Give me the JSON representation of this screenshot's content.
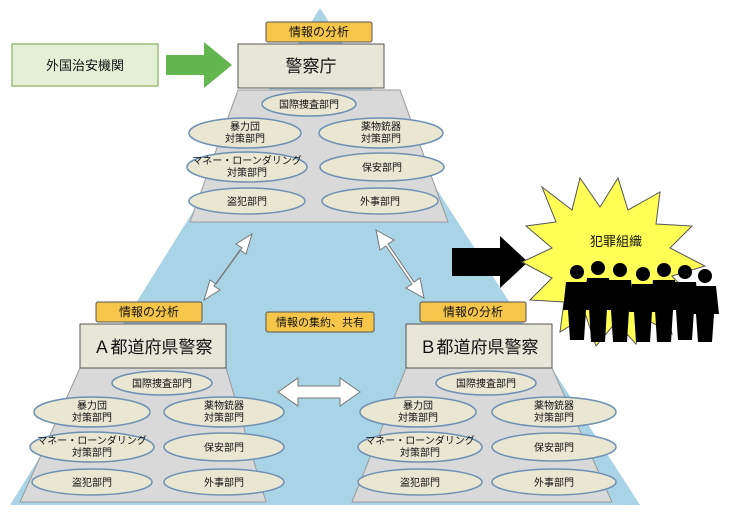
{
  "colors": {
    "sky": "#a9d4e6",
    "node": "#e8e6d6",
    "ellipse": "#e9e6d2",
    "ellipse_stroke": "#6f90b3",
    "analysis": "#f6c64a",
    "green_arrow": "#63b64f",
    "burst": "#ffff55"
  },
  "foreign": {
    "label": "外国治安機関"
  },
  "national": {
    "analysis": "情報の分析",
    "name": "警察庁",
    "departments": {
      "intl": "国際捜査部門",
      "gang": [
        "暴力団",
        "対策部門"
      ],
      "drugs": [
        "薬物銃器",
        "対策部門"
      ],
      "money": [
        "マネー・ローンダリング",
        "対策部門"
      ],
      "safety": "保安部門",
      "theft": "盗犯部門",
      "foreign": "外事部門"
    }
  },
  "pref_a": {
    "analysis": "情報の分析",
    "name": "Ａ都道府県警察",
    "departments": {
      "intl": "国際捜査部門",
      "gang": [
        "暴力団",
        "対策部門"
      ],
      "drugs": [
        "薬物銃器",
        "対策部門"
      ],
      "money": [
        "マネー・ローンダリング",
        "対策部門"
      ],
      "safety": "保安部門",
      "theft": "盗犯部門",
      "foreign": "外事部門"
    }
  },
  "pref_b": {
    "analysis": "情報の分析",
    "name": "Ｂ都道府県警察",
    "departments": {
      "intl": "国際捜査部門",
      "gang": [
        "暴力団",
        "対策部門"
      ],
      "drugs": [
        "薬物銃器",
        "対策部門"
      ],
      "money": [
        "マネー・ローンダリング",
        "対策部門"
      ],
      "safety": "保安部門",
      "theft": "盗犯部門",
      "foreign": "外事部門"
    }
  },
  "center_label": "情報の集約、共有",
  "crime": {
    "label": "犯罪組織"
  }
}
